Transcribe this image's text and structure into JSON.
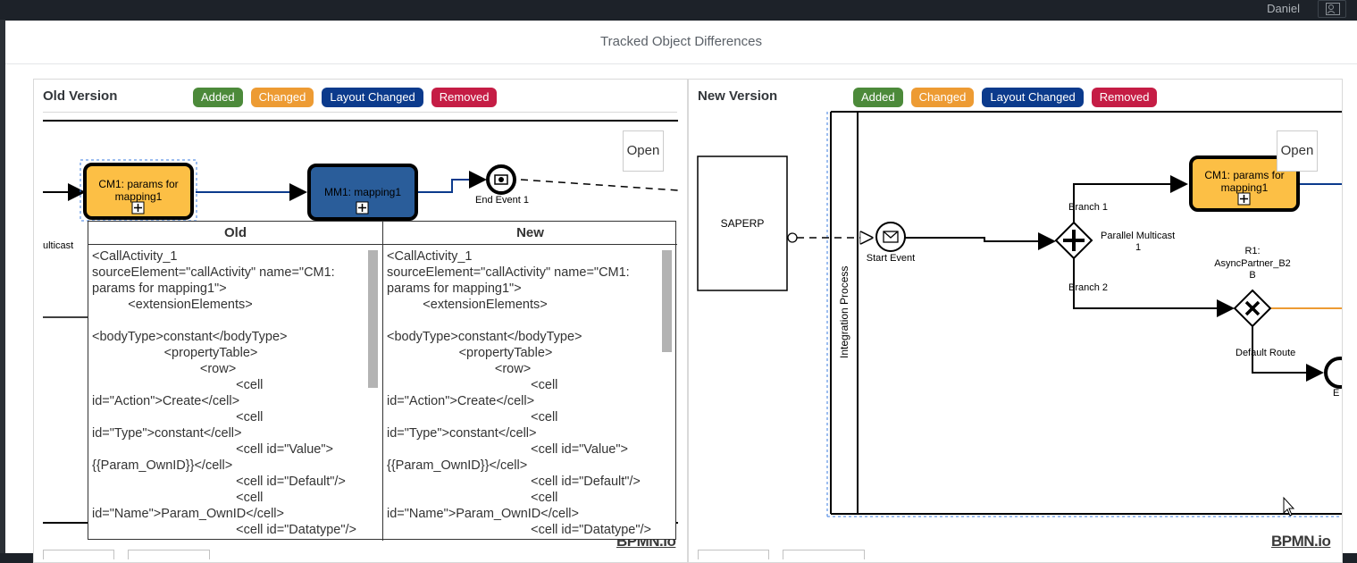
{
  "topbar": {
    "user_name": "Daniel"
  },
  "dialog": {
    "title": "Tracked Object Differences"
  },
  "legend": {
    "added": "Added",
    "changed": "Changed",
    "layout_changed": "Layout Changed",
    "removed": "Removed"
  },
  "old_panel": {
    "heading": "Old Version",
    "open_label": "Open",
    "logo": "BPMN.io",
    "diagram": {
      "call_activity": "CM1: params for mapping1",
      "mapping": "MM1: mapping1",
      "end_event": "End Event 1",
      "partial_label": "ulticast"
    }
  },
  "new_panel": {
    "heading": "New Version",
    "open_label": "Open",
    "logo": "BPMN.io",
    "diagram": {
      "saperp": "SAPERP",
      "integration_process": "Integration Process",
      "start_event": "Start Event",
      "branch1": "Branch 1",
      "branch2": "Branch 2",
      "parallel_multicast_line1": "Parallel Multicast",
      "parallel_multicast_line2": "1",
      "call_activity": "CM1: params for mapping1",
      "router_line1": "R1:",
      "router_line2": "AsyncPartner_B2",
      "router_line3": "B",
      "default_route": "Default Route",
      "partial_end": "E"
    }
  },
  "diff_popup": {
    "old_header": "Old",
    "new_header": "New",
    "old_text": "<CallActivity_1\nsourceElement=\"callActivity\" name=\"CM1:\nparams for mapping1\">\n          <extensionElements>\n\n<bodyType>constant</bodyType>\n                    <propertyTable>\n                              <row>\n                                        <cell\nid=\"Action\">Create</cell>\n                                        <cell\nid=\"Type\">constant</cell>\n                                        <cell id=\"Value\">\n{{Param_OwnID}}</cell>\n                                        <cell id=\"Default\"/>\n                                        <cell\nid=\"Name\">Param_OwnID</cell>\n                                        <cell id=\"Datatype\"/>",
    "new_text": "<CallActivity_1\nsourceElement=\"callActivity\" name=\"CM1:\nparams for mapping1\">\n          <extensionElements>\n\n<bodyType>constant</bodyType>\n                    <propertyTable>\n                              <row>\n                                        <cell\nid=\"Action\">Create</cell>\n                                        <cell\nid=\"Type\">constant</cell>\n                                        <cell id=\"Value\">\n{{Param_OwnID}}</cell>\n                                        <cell id=\"Default\"/>\n                                        <cell\nid=\"Name\">Param_OwnID</cell>\n                                        <cell id=\"Datatype\"/>"
  },
  "colors": {
    "added": "#4c8a3a",
    "changed": "#ed9b33",
    "layout_changed": "#0b3a8c",
    "removed": "#c51d45",
    "changed_fill": "#fcbf45",
    "layout_fill": "#2a5d9a"
  }
}
